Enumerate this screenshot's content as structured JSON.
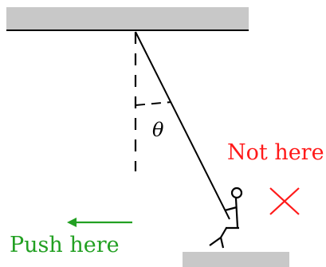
{
  "diagram": {
    "angle_label": "θ",
    "not_here_label": "Not here",
    "push_here_label": "Push here",
    "colors": {
      "support": "#c8c8c8",
      "line": "#000000",
      "red": "#ff1a1a",
      "green": "#22a022"
    }
  }
}
